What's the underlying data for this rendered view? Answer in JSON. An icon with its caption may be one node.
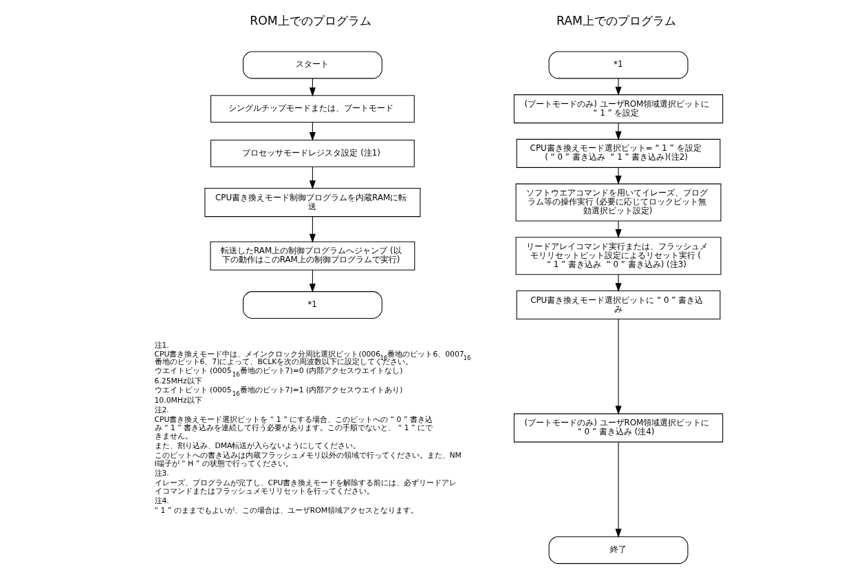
{
  "diagram": {
    "nodes": [
      {
        "text": [
          "スタート"
        ]
      },
      {
        "text": [
          "シングルチップモードまたは、ブートモード"
        ]
      },
      {
        "text": [
          "プロセッサモードレジスタ設定 (注1)"
        ]
      },
      {
        "text": [
          "CPU書き換えモード制御プログラムを内蔵RAMに転送"
        ]
      },
      {
        "text": [
          "転送したRAM上の制御プログラムへジャンプ (以下の動作はこのRAM上の制御プログラムで実行)"
        ]
      },
      {
        "text": [
          "*1"
        ]
      },
      {
        "text": [
          "*1"
        ]
      },
      {
        "text": [
          "(ブートモードのみ) ユーザROM領域選択ビットに “ 1 ” を設定"
        ]
      },
      {
        "text": [
          "CPU書き換えモード選択ビット= “ 1 ” を設定 ( “ 0 ” 書き込み  “ 1 ” 書き込み)(注2)"
        ]
      },
      {
        "text": [
          "ソフトウエアコマンドを用いてイレーズ、プログラム等の操作実行 (必要に応じてロックビット無効選択ビット設定)"
        ]
      },
      {
        "text": [
          "リードアレイコマンド実行または、フラッシュメモリリセットビット設定によるリセット実行 ( “ 1 ” 書き込み  “ 0 ” 書き込み) (注3)"
        ]
      },
      {
        "text": [
          "CPU書き換えモード選択ビットに “ 0 ” 書き込み"
        ]
      },
      {
        "text": [
          "(ブートモードのみ) ユーザROM領域選択ビットに “ 0 ” 書き込み (注4)"
        ]
      },
      {
        "text": [
          "終了"
        ]
      }
    ],
    "edges": [
      {
        "from": 0,
        "to": 1,
        "arrow": "to"
      },
      {
        "from": 1,
        "to": 2,
        "arrow": "to"
      },
      {
        "from": 2,
        "to": 3,
        "arrow": "to"
      },
      {
        "from": 3,
        "to": 4,
        "arrow": "to"
      },
      {
        "from": 4,
        "to": 5,
        "arrow": "to"
      },
      {
        "from": 6,
        "to": 7,
        "arrow": "to"
      },
      {
        "from": 7,
        "to": 8,
        "arrow": "to"
      },
      {
        "from": 8,
        "to": 9,
        "arrow": "to"
      },
      {
        "from": 9,
        "to": 10,
        "arrow": "to"
      },
      {
        "from": 10,
        "to": 11,
        "arrow": "to"
      },
      {
        "from": 11,
        "to": 12,
        "arrow": "to"
      },
      {
        "from": 12,
        "to": 13,
        "arrow": "to"
      }
    ],
    "labels": [
      "ROM上でのプログラム",
      "RAM上でのプログラム",
      "注1.",
      "CPU書き換えモード中は、メインクロック分周比選択ビット(0006$_{16}$番地のビット6、0007$_{16}$番地のビット6、7)によって、BCLKを次の周波数以下に設定してください。",
      "ウエイトビット (0005$_{16}$番地のビット7)=0 (内部アクセスウエイトなし)",
      "6.25MHz以下",
      "ウエイトビット (0005$_{16}$番地のビット7)=1 (内部アクセスウエイトあり)",
      "10.0MHz以下",
      "注2.",
      "CPU書き換えモード選択ビットを “ 1 ” にする場合、このビットへの “ 0 ” 書き込み “ 1 ” 書き込みを連続して行う必要があります。この手順でないと、 “ 1 ” にできません。",
      "また、割り込み、DMA転送が入らないようにしてください。",
      "このビットへの書き込みは内蔵フラッシュメモリ以外の領域で行ってください。また、NMI端子が “ H ” の状態で行ってください。",
      "注3.",
      "イレーズ、プログラムが完了し、CPU書き換えモードを解除する前には、必ずリードアレイコマンドまたはフラッシュメモリリセットを行ってください。",
      "注4.",
      "“ 1 ” のままでもよいが、この場合は、ユーザROM領域アクセスとなります。"
    ]
  }
}
